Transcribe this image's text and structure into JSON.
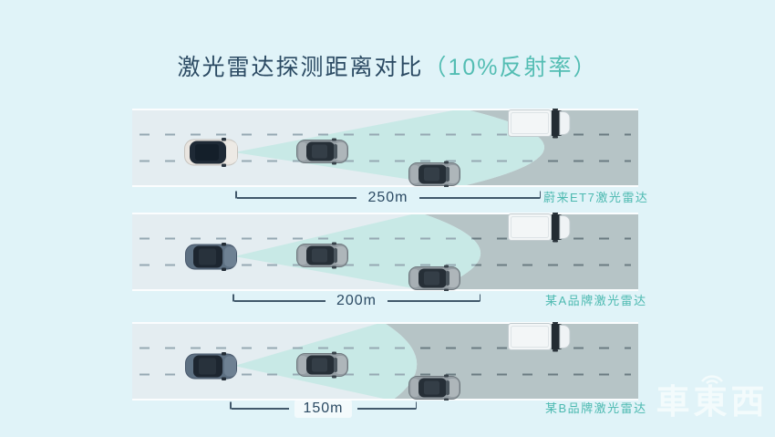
{
  "title": {
    "main": "激光雷达探测距离对比",
    "paren": "（10%反射率）"
  },
  "comparison": {
    "type": "diagram-distance-comparison",
    "unit": "m",
    "reflectivity": "10%",
    "rows": [
      {
        "distance": "250m",
        "distance_m": 250,
        "label": "蔚来ET7激光雷达"
      },
      {
        "distance": "200m",
        "distance_m": 200,
        "label": "某A品牌激光雷达"
      },
      {
        "distance": "150m",
        "distance_m": 150,
        "label": "某B品牌激光雷达"
      }
    ]
  },
  "watermark": {
    "text": "車東西"
  },
  "colors": {
    "background": "#E0F3F8",
    "road": "#E4EDF1",
    "beam": "#C8E9E6",
    "undetected_zone": "#B6C4C6",
    "title_navy": "#2B4A63",
    "accent_teal": "#4BB9B0",
    "lane_dash_light": "#96A9B3",
    "lane_dash_dark": "#6B7B82"
  }
}
